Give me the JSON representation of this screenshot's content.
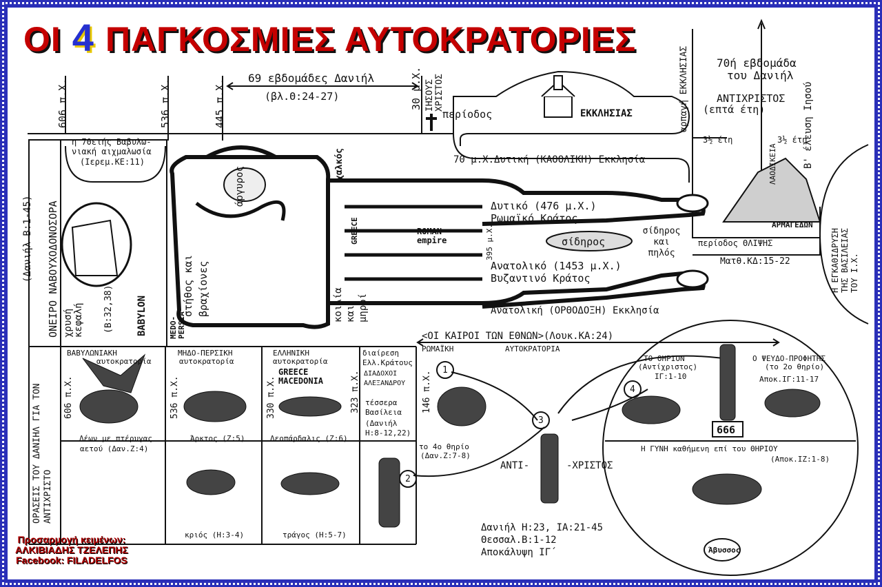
{
  "title": {
    "prefix": "ΟΙ",
    "number": "4",
    "main": "ΠΑΓΚΟΣΜΙΕΣ ΑΥΤΟΚΡΑΤΟΡΙΕΣ"
  },
  "dates": {
    "d606": "606 π.Χ.",
    "d536": "536 π.Χ.",
    "d445": "445 π.Χ.",
    "d30": "30 μ.Χ."
  },
  "daniel_weeks": {
    "label": "69 εβδομάδες Δανιήλ",
    "ref": "(βλ.Θ:24-27)"
  },
  "jesus": "ΙΗΣΟΥΣ ΧΡΙΣΤΟΣ",
  "church_period": {
    "left": "περίοδος",
    "right": "ΕΚΚΛΗΣΙΑΣ"
  },
  "rapture": "αρπαγή ΕΚΚΛΗΣΙΑΣ",
  "week70": {
    "line1": "70ή εβδομάδα",
    "line2": "του Δανιήλ",
    "antichrist": "ΑΝΤΙΧΡΙΣΤΟΣ",
    "years": "(επτά έτη)",
    "half_left": "3½ έτη",
    "half_right": "3½ έτη",
    "coming": "Β' έλευση Ιησού"
  },
  "laodicea": "ΛΑΟΔΙΚΕΙΑ",
  "armageddon": "ΑΡΜΑΓΕΔΩΝ",
  "captivity": {
    "line1": "η 70ετής Βαβυλω-",
    "line2": "νιακή αιχμαλωσία",
    "ref": "(Ιερεμ.ΚΕ:11)"
  },
  "dream": "ΟΝΕΙΡΟ ΝΑΒΟΥΧΟΔΟΝΟΣΟΡΑ",
  "dream_ref": "(Δανιήλ Β:1-45)",
  "babylon_head": {
    "gold": "χρυσή κεφαλή",
    "ref": "(Β:32,38)",
    "name": "BABYLON"
  },
  "medopersia": "MEDO-PERSIA",
  "chest": {
    "silver": "άργυρος",
    "chest_arms": "στήθος και βραχίονες"
  },
  "copper": "χαλκός",
  "greece": "GREECE",
  "belly": "κοιλία και μηροί",
  "roman": "ROMAN empire",
  "y395": "395 μ.Χ.",
  "iron": "σίδηρος",
  "iron_clay": "σίδηρος και πηλός",
  "west_church": "70 μ.Χ.Δυτική (ΚΑΘΟΛΙΚΗ) Εκκλησία",
  "west_empire": {
    "line1": "Δυτικό (476 μ.Χ.)",
    "line2": "Ρωμαϊκό Κράτος"
  },
  "east_empire": {
    "line1": "Ανατολικό (1453 μ.Χ.)",
    "line2": "Βυζαντινό Κράτος"
  },
  "east_church": "Ανατολική (ΟΡΘΟΔΟΞΗ) Εκκλησία",
  "tribulation": "περίοδος ΘΛΙΨΗΣ",
  "matt_ref": "Ματθ.ΚΔ:15-22",
  "kingdom": "Η ΕΓΚΑΘΙΔΡΥΣΗ ΤΗΣ ΒΑΣΙΛΕΙΑΣ ΤΟΥ Ι.Χ.",
  "gentiles": "<ΟΙ ΚΑΙΡΟΙ ΤΩΝ ΕΘΝΩΝ>(Λουκ.ΚΑ:24)",
  "visions": "ΟΡΑΣΕΙΣ ΤΟΥ ΔΑΝΙΗΛ ΓΙΑ ΤΟΝ ΑΝΤΙΧΡΙΣΤΟ",
  "babylon_emp": {
    "line1": "ΒΑΒΥΛΩΝΙΑΚΗ",
    "line2": "αυτοκρατορία",
    "date": "606 π.Χ.",
    "lion1": "Λέων με πτέρυγας",
    "lion2": "αετού (Δαν.Ζ:4)"
  },
  "medo_emp": {
    "line1": "ΜΗΔΟ-ΠΕΡΣΙΚΗ",
    "line2": "αυτοκρατορία",
    "date": "536 π.Χ.",
    "bear": "Άρκτος (Ζ:5)",
    "ram": "κριός (Η:3-4)"
  },
  "greek_emp": {
    "line1": "ΕΛΛΗΝΙΚΗ",
    "line2": "αυτοκρατορία",
    "greece_mac": "GREECE MACEDONIA",
    "date": "330 π.Χ.",
    "date2": "323 π.Χ.",
    "leopard": "Λεοπάρδαλις (Ζ:6)",
    "goat": "τράγος (Η:5-7)"
  },
  "division": {
    "l1": "διαίρεση",
    "l2": "Ελλ.Κράτους",
    "l3": "ΔΙΑΔΟΧΟΙ",
    "l4": "ΑΛΕΞΑΝΔΡΟΥ",
    "l5": "τέσσερα",
    "l6": "Βασίλεια",
    "l7": "(Δανιήλ",
    "l8": "Η:8-12,22)"
  },
  "roman_emp": {
    "label": "ΡΩΜΑΪΚΗ",
    "label2": "ΑΥΤΟΚΡΑΤΟΡΙΑ",
    "date": "146 π.Χ."
  },
  "beast4": {
    "l1": "το 4ο θηρίο",
    "l2": "(Δαν.Ζ:7-8)"
  },
  "antichrist_big": {
    "left": "ΑΝΤΙ-",
    "right": "-ΧΡΙΣΤΟΣ"
  },
  "refs": {
    "r1": "Δανιήλ Η:23, ΙΑ:21-45",
    "r2": "Θεσσαλ.Β:1-12",
    "r3": "Αποκάλυψη ΙΓ´"
  },
  "beast": {
    "l1": "ΤΟ ΘΗΡΙΟΝ",
    "l2": "(Αντίχριστος)",
    "l3": "ΙΓ:1-10"
  },
  "false_prophet": {
    "l1": "Ο ΨΕΥΔΟ-ΠΡΟΦΗΤΗΣ",
    "l2": "(το 2ο θηρίο)",
    "l3": "Αποκ.ΙΓ:11-17"
  },
  "n666": "666",
  "woman": {
    "l1": "Η ΓΥΝΗ καθήμενη επί του ΘΗΡΙΟΥ",
    "l2": "(Αποκ.ΙΖ:1-8)"
  },
  "abyss": "Άβυσσος",
  "circles": {
    "c1": "1",
    "c2": "2",
    "c3": "3",
    "c4": "4"
  },
  "credit": {
    "l1": "Προσαρμογή κειμένων:",
    "l2": "ΑΛΚΙΒΙΑΔΗΣ ΤΖΕΛΕΠΗΣ",
    "l3": "Facebook: FILADELFOS"
  }
}
